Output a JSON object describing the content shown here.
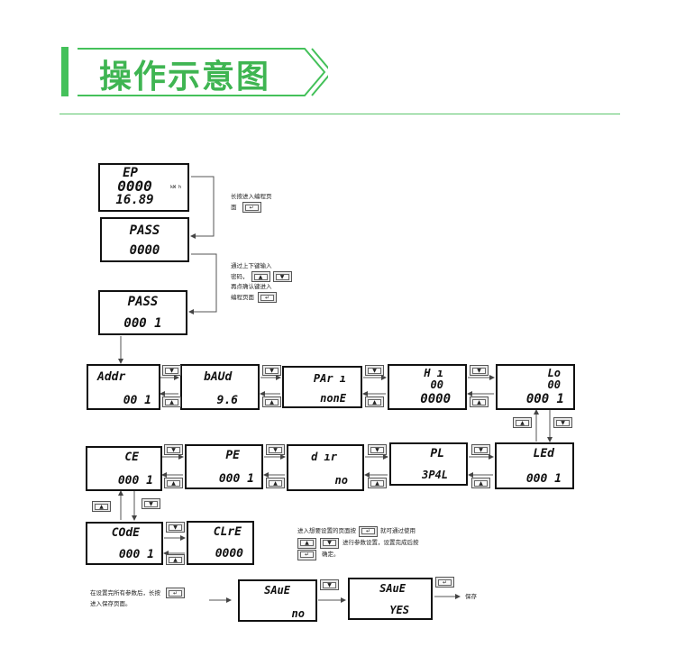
{
  "header": {
    "title": "操作示意图",
    "accent": "#3fb552"
  },
  "screens": {
    "ep": {
      "line1": "EP",
      "line2": "0000",
      "line3": "16.89",
      "unit": "kW h"
    },
    "pass1": {
      "line1": "PASS",
      "line2": "0000"
    },
    "pass2": {
      "line1": "PASS",
      "line2": "000 1"
    },
    "addr": {
      "label": "Addr",
      "value": "00 1"
    },
    "baud": {
      "label": "bAUd",
      "value": "9.6"
    },
    "pari": {
      "label": "PAr ı",
      "value": "nonE"
    },
    "hi": {
      "label": "H ı",
      "line2": "00",
      "value": "0000"
    },
    "lo": {
      "label": "Lo",
      "line2": "00",
      "value": "000 1"
    },
    "ct": {
      "label": "CE",
      "value": "000 1"
    },
    "pt": {
      "label": "PE",
      "value": "000 1"
    },
    "dir": {
      "label": "d ır",
      "value": "no"
    },
    "pl": {
      "label": "PL",
      "value": "3P4L"
    },
    "led": {
      "label": "LEd",
      "value": "000 1"
    },
    "code": {
      "label": "COdE",
      "value": "000 1"
    },
    "clre": {
      "label": "CLrE",
      "value": "0000"
    },
    "save_no": {
      "label": "SAuE",
      "value": "no"
    },
    "save_yes": {
      "label": "SAuE",
      "value": "YES"
    }
  },
  "notes": {
    "n1a": "长按进入编程页",
    "n1b": "面",
    "n2a": "通过上下键输入",
    "n2b": "密码，",
    "n2c": "再点确认键进入",
    "n2d": "编程页面",
    "n3a": "进入想要设置的页面按",
    "n3b": "就可通过使用",
    "n3c": "进行参数设置，设置完成后按",
    "n3d": "确定。",
    "n4a": "在设置完所有参数后，长按",
    "n4b": "进入保存页面。",
    "n5": "保存"
  },
  "icons": {
    "up": "▲",
    "down": "▼",
    "enter": "↵"
  }
}
